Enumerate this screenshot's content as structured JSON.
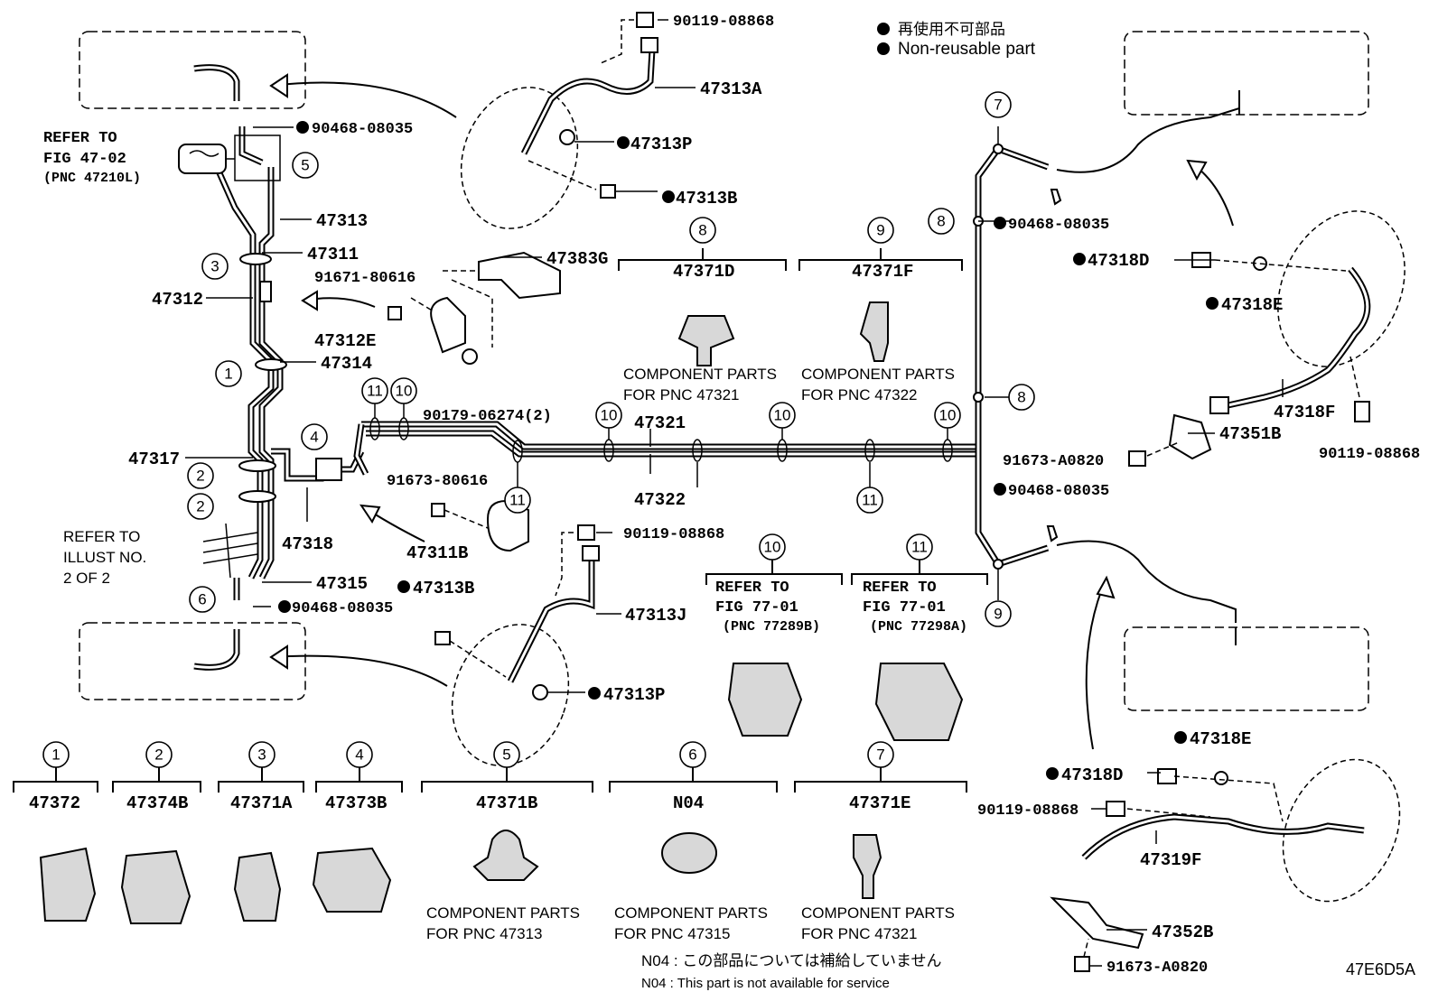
{
  "legend": {
    "jp": "再使用不可部品",
    "en": "Non-reusable part"
  },
  "figure_code": "47E6D5A",
  "refer_fig_47_02": {
    "line1": "REFER TO",
    "line2": "FIG 47-02",
    "line3": "(PNC 47210L)"
  },
  "refer_illust": {
    "line1": "REFER TO",
    "line2": "ILLUST NO.",
    "line3": "2 OF 2"
  },
  "main_labels": {
    "p90468_08035_top": "90468-08035",
    "p47313": "47313",
    "p47311": "47311",
    "p47312": "47312",
    "p91671_80616": "91671-80616",
    "p47312E": "47312E",
    "p47314": "47314",
    "p47383G": "47383G",
    "p90179_06274": "90179-06274(2)",
    "p47317": "47317",
    "p47318": "47318",
    "p91673_80616": "91673-80616",
    "p47311B": "47311B",
    "p47315": "47315",
    "p90468_08035_bot": "90468-08035",
    "p47321": "47321",
    "p47322": "47322",
    "p90119_08868_a": "90119-08868",
    "p47313A": "47313A",
    "p47313P_a": "47313P",
    "p47313B_a": "47313B",
    "p90119_08868_j": "90119-08868",
    "p47313J": "47313J",
    "p47313B_b": "47313B",
    "p47313P_b": "47313P",
    "p90468_08035_r1": "90468-08035",
    "p90468_08035_r2": "90468-08035",
    "p47318D_a": "47318D",
    "p47318E_a": "47318E",
    "p47318F": "47318F",
    "p47351B": "47351B",
    "p91673_A0820_a": "91673-A0820",
    "p90119_08868_r": "90119-08868",
    "p47318E_b": "47318E",
    "p47318D_b": "47318D",
    "p90119_08868_b": "90119-08868",
    "p47319F": "47319F",
    "p47352B": "47352B",
    "p91673_A0820_b": "91673-A0820"
  },
  "clip_groups_top": [
    {
      "num": "8",
      "part": "47371D",
      "note1": "COMPONENT PARTS",
      "note2": "FOR PNC 47321"
    },
    {
      "num": "9",
      "part": "47371F",
      "note1": "COMPONENT PARTS",
      "note2": "FOR PNC 47322"
    }
  ],
  "clip_groups_mid": [
    {
      "num": "10",
      "line1": "REFER TO",
      "line2": "FIG 77-01",
      "line3": "(PNC 77289B)"
    },
    {
      "num": "11",
      "line1": "REFER TO",
      "line2": "FIG 77-01",
      "line3": "(PNC 77298A)"
    }
  ],
  "clip_groups_bottom": [
    {
      "num": "1",
      "part": "47372",
      "note1": "",
      "note2": ""
    },
    {
      "num": "2",
      "part": "47374B",
      "note1": "",
      "note2": ""
    },
    {
      "num": "3",
      "part": "47371A",
      "note1": "",
      "note2": ""
    },
    {
      "num": "4",
      "part": "47373B",
      "note1": "",
      "note2": ""
    },
    {
      "num": "5",
      "part": "47371B",
      "note1": "COMPONENT PARTS",
      "note2": "FOR PNC 47313"
    },
    {
      "num": "6",
      "part": "N04",
      "note1": "COMPONENT PARTS",
      "note2": "FOR PNC 47315"
    },
    {
      "num": "7",
      "part": "47371E",
      "note1": "COMPONENT PARTS",
      "note2": "FOR PNC 47321"
    }
  ],
  "footnote": {
    "jp": "N04 : この部品については補給していません",
    "en": "N04 : This part is not available for service"
  },
  "callout_numbers": {
    "c1": "1",
    "c2a": "2",
    "c2b": "2",
    "c3": "3",
    "c4": "4",
    "c5": "5",
    "c6": "6",
    "c7a": "7",
    "c8a": "8",
    "c8b": "8",
    "c9a": "9",
    "c10a": "10",
    "c10b": "10",
    "c10c": "10",
    "c10d": "10",
    "c11a": "11",
    "c11b": "11",
    "c11c": "11"
  }
}
